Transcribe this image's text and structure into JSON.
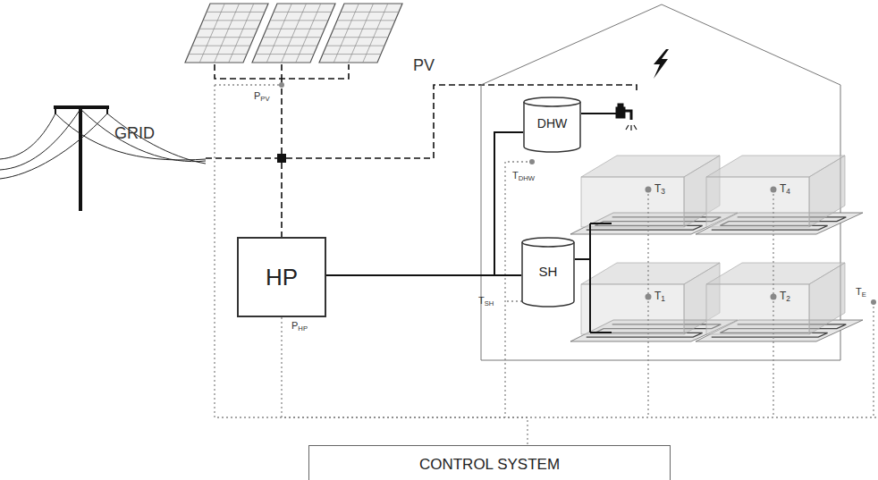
{
  "diagram": {
    "nodes": [
      {
        "text": [
          "DHW"
        ]
      },
      {
        "text": [
          "HP"
        ]
      },
      {
        "text": [
          "SH"
        ]
      },
      {
        "text": [
          "CONTROL SYSTEM"
        ]
      }
    ],
    "edges": [
      {
        "from": 1,
        "to": 0,
        "arrow": "none"
      },
      {
        "from": 1,
        "to": 2,
        "arrow": "none"
      },
      {
        "from": 1,
        "to": 3,
        "arrow": "none"
      }
    ],
    "labels": [
      "PV",
      "GRID",
      "PPV",
      "PHP",
      "TDHW",
      "TSH",
      "T3",
      "T4",
      "T1",
      "T2",
      "TE"
    ]
  }
}
